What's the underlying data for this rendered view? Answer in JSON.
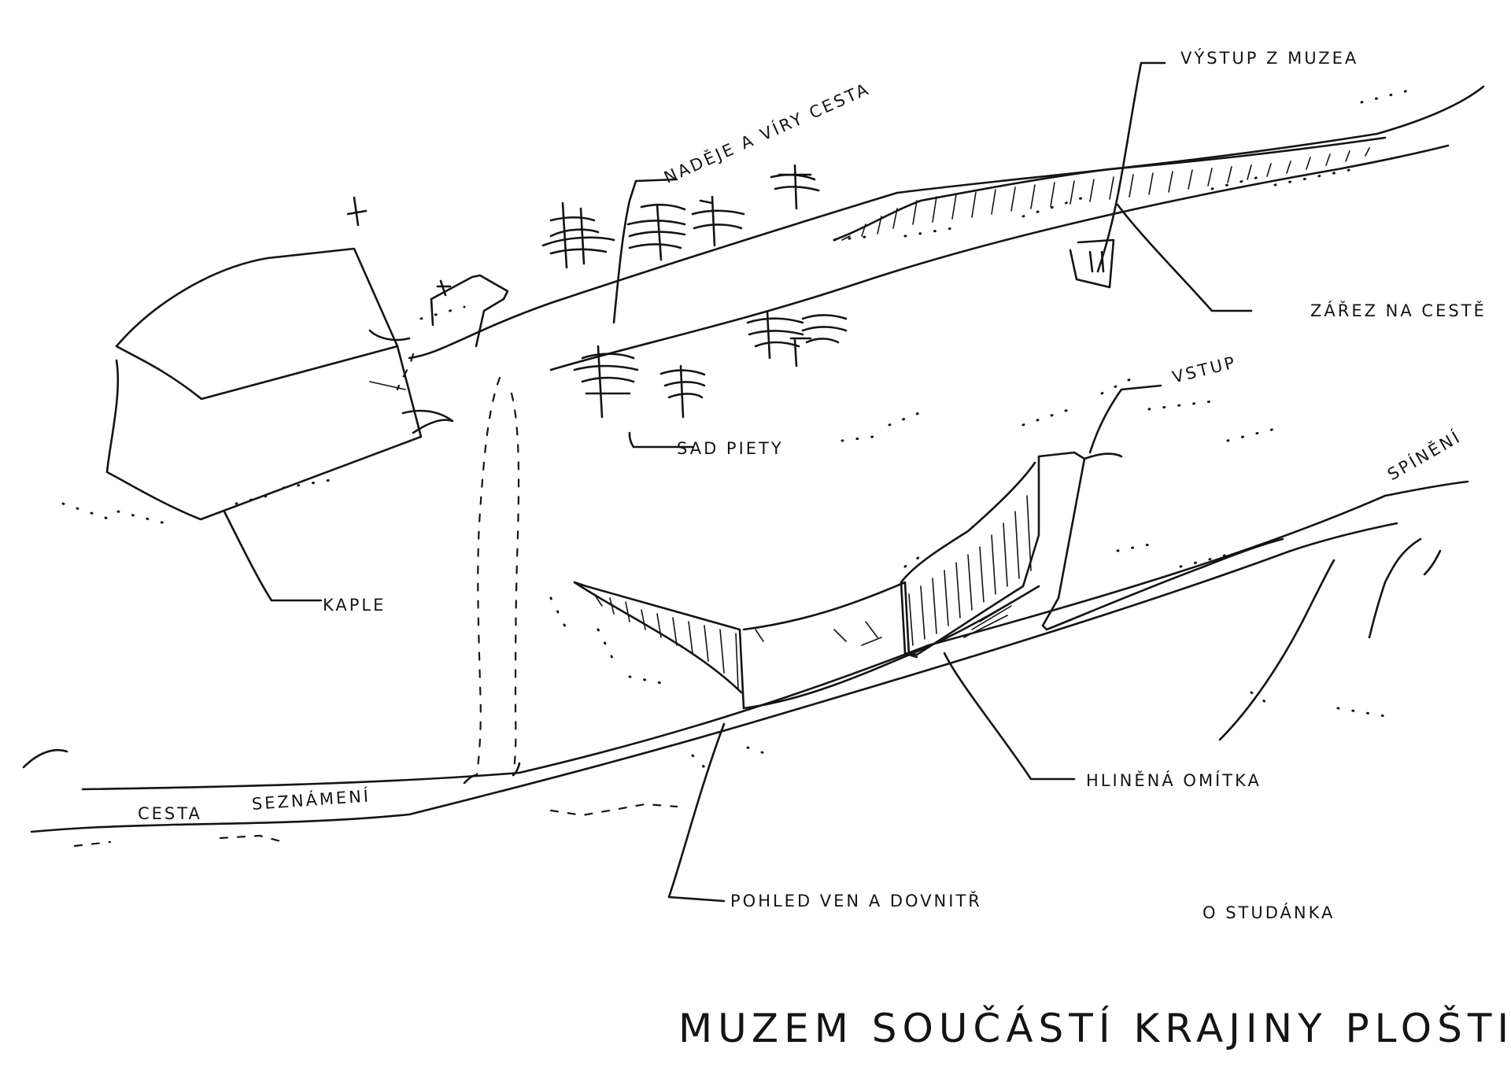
{
  "labels": {
    "vystup_z_muzea": "VÝSTUP Z MUZEA",
    "nadeje_a_vira": "NADĚJE A VÍRY CESTA",
    "zarez_na_ceste": "ZÁŘEZ NA CESTĚ",
    "vstup": "VSTUP",
    "sad_pieta": "SAD PIETY",
    "spineni": "SPÍNĚNÍ",
    "kaple": "KAPLE",
    "hlinena_omitka": "HLINĚNÁ OMÍTKA",
    "cesta_seznameni_1": "CESTA",
    "cesta_seznameni_2": "SEZNÁMENÍ",
    "pohled_ven": "POHLED VEN A DOVNITŘ",
    "studanka": "O STUDÁNKA"
  },
  "title": "MUZEM SOUČÁSTÍ KRAJINY PLOŠTINY",
  "colors": {
    "ink": "#141414",
    "paper": "#ffffff"
  }
}
